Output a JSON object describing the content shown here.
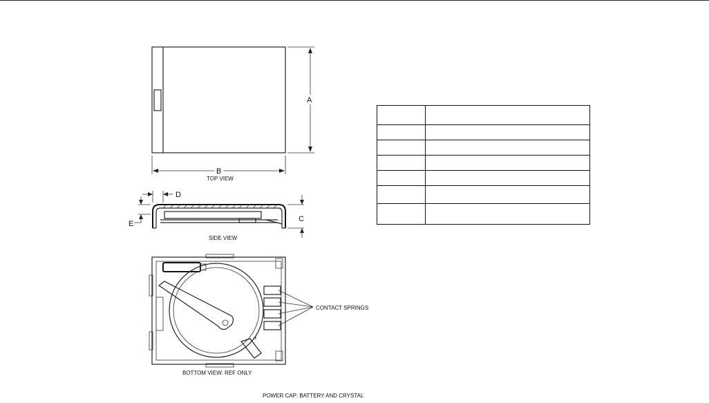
{
  "labels": {
    "a": "A",
    "b": "B",
    "c": "C",
    "d": "D",
    "e": "E",
    "top_view": "TOP VIEW",
    "side_view": "SIDE VIEW",
    "bottom_view": "BOTTOM VIEW: REF ONLY",
    "contact_springs": "CONTACT SPRINGS",
    "plus": "+",
    "caption": "POWER CAP: BATTERY AND CRYSTAL"
  },
  "dimension_table": {
    "rows": [
      {
        "col1": "",
        "col2": ""
      },
      {
        "col1": "",
        "col2": ""
      },
      {
        "col1": "",
        "col2": ""
      },
      {
        "col1": "",
        "col2": ""
      },
      {
        "col1": "",
        "col2": ""
      },
      {
        "col1": "",
        "col2": ""
      },
      {
        "col1": "",
        "col2": ""
      }
    ]
  }
}
